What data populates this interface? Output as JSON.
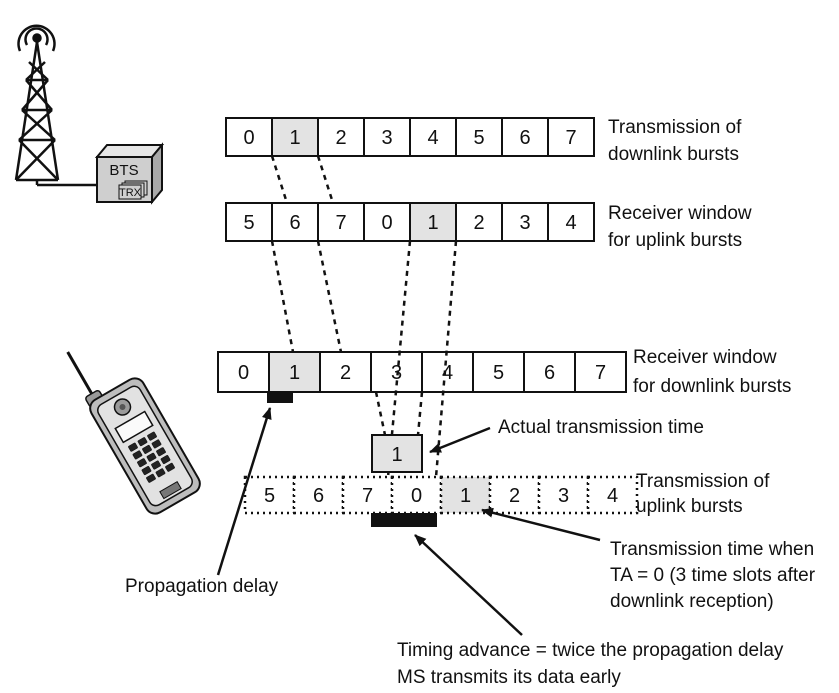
{
  "bts": {
    "label": "BTS",
    "trx_label": "TRX"
  },
  "rows": {
    "downlink_tx": {
      "slots": [
        "0",
        "1",
        "2",
        "3",
        "4",
        "5",
        "6",
        "7"
      ],
      "highlight": 1,
      "label_lines": [
        "Transmission of",
        "downlink bursts"
      ]
    },
    "uplink_rx": {
      "slots": [
        "5",
        "6",
        "7",
        "0",
        "1",
        "2",
        "3",
        "4"
      ],
      "highlight": 4,
      "label_lines": [
        "Receiver window",
        "for uplink bursts"
      ]
    },
    "downlink_rx": {
      "slots": [
        "0",
        "1",
        "2",
        "3",
        "4",
        "5",
        "6",
        "7"
      ],
      "highlight": 1,
      "label_lines": [
        "Receiver window",
        "for downlink bursts"
      ]
    },
    "uplink_tx": {
      "slots": [
        "5",
        "6",
        "7",
        "0",
        "1",
        "2",
        "3",
        "4"
      ],
      "highlight": 4,
      "label_lines": [
        "Transmission of",
        "uplink bursts"
      ]
    }
  },
  "actual_slot": "1",
  "annotations": {
    "actual_time": "Actual transmission time",
    "propagation_delay": "Propagation delay",
    "ta_zero": [
      "Transmission time when",
      "TA = 0 (3 time slots after",
      "downlink reception)"
    ],
    "timing_advance": [
      "Timing advance = twice the propagation delay",
      "MS transmits its data early"
    ]
  },
  "colors": {
    "highlight": "#e3e3e3",
    "ink": "#111111"
  },
  "icons": [
    "antenna-tower-icon",
    "bts-box-icon",
    "mobile-phone-icon"
  ]
}
